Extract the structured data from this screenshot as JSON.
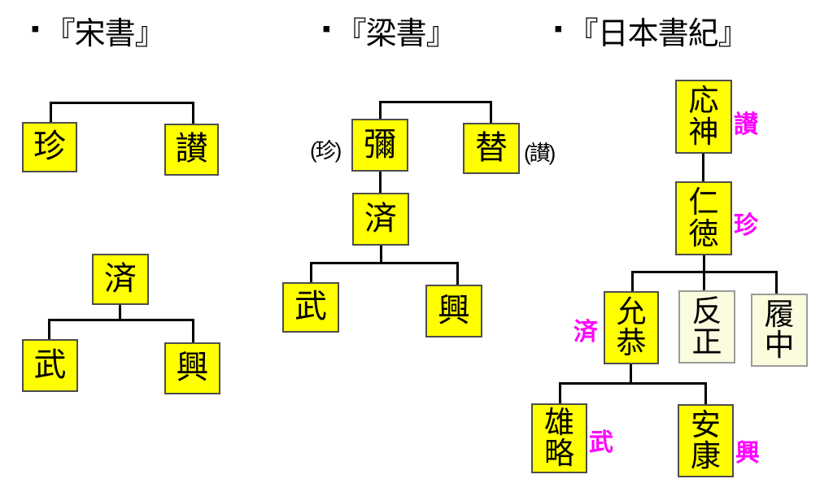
{
  "slide": {
    "background": "#FFFFFF"
  },
  "palette": {
    "box_fill_yellow": "#FFFF00",
    "box_fill_cream": "#FBFBDE",
    "box_border": "#4d4d4d",
    "box_border_cream": "#9b9b9b",
    "annotation_magenta": "#FF00FF",
    "connector": "#000000",
    "text": "#000000"
  },
  "sections": [
    {
      "bullet": "▪",
      "title": "『宋書』",
      "nodes": {
        "chin": "珍",
        "san": "讃",
        "sei": "済",
        "bu": "武",
        "kou": "興"
      },
      "structure": {
        "sibling_group": [
          "珍",
          "讃"
        ],
        "parent_child": [
          {
            "parent": "済",
            "children": [
              "武",
              "興"
            ]
          }
        ]
      }
    },
    {
      "bullet": "▪",
      "title": "『梁書』",
      "nodes": {
        "mi": "彌",
        "tai": "替",
        "sei": "済",
        "bu": "武",
        "kou": "興"
      },
      "annotations": {
        "mi": "(珍)",
        "tai": "(讃)"
      },
      "structure": {
        "sibling_group": [
          "彌",
          "替"
        ],
        "parent_child": [
          {
            "parent": "彌",
            "children": [
              "済"
            ]
          },
          {
            "parent": "済",
            "children": [
              "武",
              "興"
            ]
          }
        ]
      }
    },
    {
      "bullet": "▪",
      "title": "『日本書紀』",
      "nodes": {
        "oujin": "応\n神",
        "nintoku": "仁\n徳",
        "ingyou": "允\n恭",
        "hanzei": "反\n正",
        "richuu": "履\n中",
        "yuuryaku": "雄\n略",
        "ankou": "安\n康"
      },
      "annotations": {
        "oujin": "讃",
        "nintoku": "珍",
        "ingyou": "済",
        "yuuryaku": "武",
        "ankou": "興"
      },
      "structure": {
        "parent_child": [
          {
            "parent": "応神",
            "children": [
              "仁徳"
            ]
          },
          {
            "parent": "仁徳",
            "children": [
              "允恭",
              "反正",
              "履中"
            ]
          },
          {
            "parent": "允恭",
            "children": [
              "雄略",
              "安康"
            ]
          }
        ]
      }
    }
  ]
}
